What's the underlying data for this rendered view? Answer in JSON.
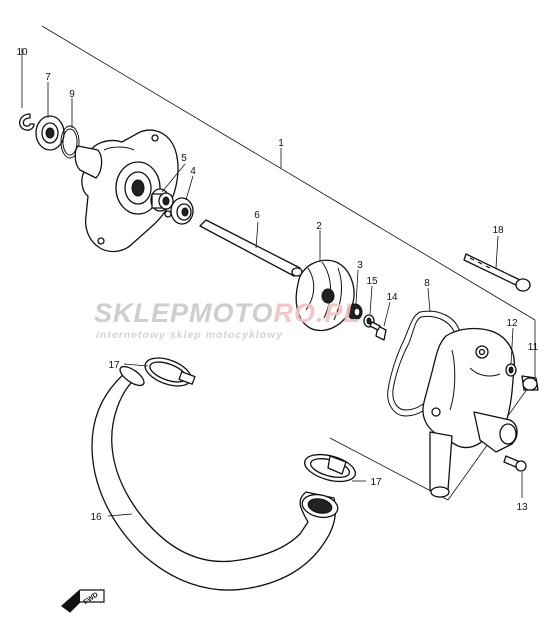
{
  "callouts": [
    {
      "id": "1",
      "label": "1"
    },
    {
      "id": "2",
      "label": "2"
    },
    {
      "id": "3",
      "label": "3"
    },
    {
      "id": "4",
      "label": "4"
    },
    {
      "id": "5",
      "label": "5"
    },
    {
      "id": "6",
      "label": "6"
    },
    {
      "id": "7",
      "label": "7"
    },
    {
      "id": "8",
      "label": "8"
    },
    {
      "id": "9",
      "label": "9"
    },
    {
      "id": "10",
      "label": "10"
    },
    {
      "id": "11",
      "label": "11"
    },
    {
      "id": "12",
      "label": "12"
    },
    {
      "id": "13",
      "label": "13"
    },
    {
      "id": "14",
      "label": "14"
    },
    {
      "id": "15",
      "label": "15"
    },
    {
      "id": "16",
      "label": "16"
    },
    {
      "id": "17a",
      "label": "17"
    },
    {
      "id": "17b",
      "label": "17"
    },
    {
      "id": "18",
      "label": "18"
    }
  ],
  "watermark": {
    "brand_left": "SKLEPMOTO",
    "brand_right": "RO.PL",
    "tagline": "internetowy sklep motocyklowy",
    "colors": {
      "left": "#c9c9c9",
      "right": "#f3c2c2",
      "tagline": "#cfcfcf"
    }
  },
  "direction_marker": {
    "text": "FWD",
    "icon": "forward-arrow-icon"
  }
}
